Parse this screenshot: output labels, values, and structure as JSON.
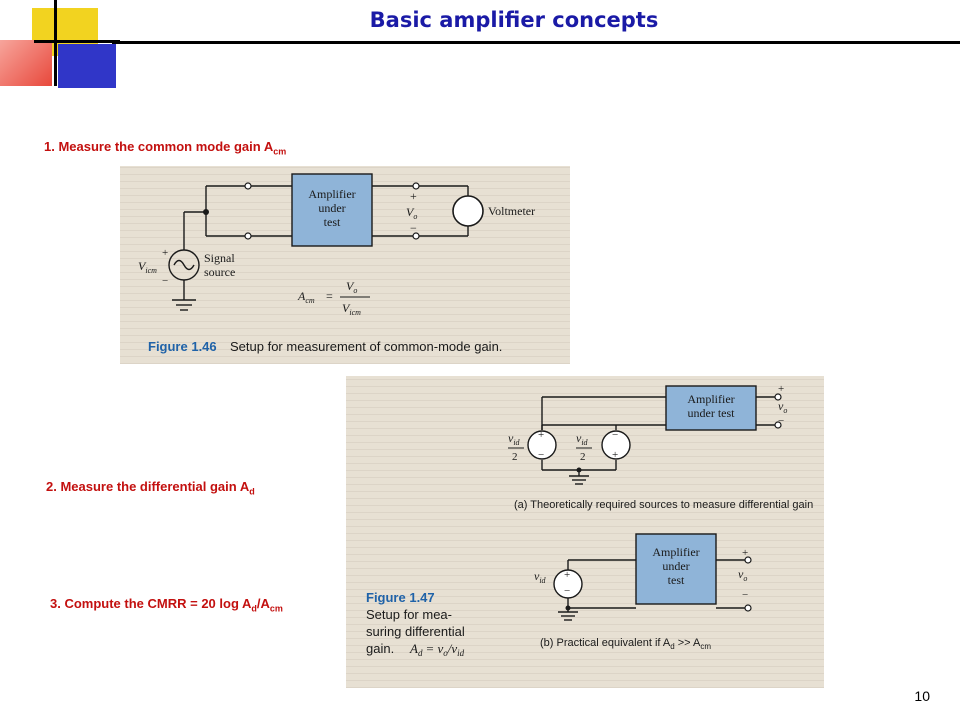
{
  "slide": {
    "title": "Basic amplifier concepts",
    "page_number": "10",
    "accent_colors": [
      "#f2d320",
      "#e8483b",
      "#3036c8"
    ],
    "title_color": "#1a1aa6",
    "step_color": "#c3100f"
  },
  "steps": [
    {
      "text": "1. Measure the common mode gain A",
      "sub": "cm"
    },
    {
      "text": "2. Measure the differential gain A",
      "sub": "d"
    },
    {
      "text": "3. Compute the CMRR = 20 log A",
      "sub": "d",
      "mid": "/A",
      "sub2": "cm"
    }
  ],
  "fig146": {
    "figure_label": "Figure 1.46",
    "caption": "Setup for measurement of common-mode gain.",
    "amplifier": [
      "Amplifier",
      "under",
      "test"
    ],
    "voltmeter": "Voltmeter",
    "signal_source": [
      "Signal",
      "source"
    ],
    "vicm": "V",
    "vicm_sub": "icm",
    "vo": "V",
    "vo_sub": "o",
    "plus": "+",
    "minus": "−",
    "gain_formula": "A",
    "gain_formula_sub": "cm",
    "equals": "=",
    "numerator": "V",
    "numerator_sub": "o",
    "denominator": "V",
    "denominator_sub": "icm"
  },
  "fig147": {
    "figure_label": "Figure 1.47",
    "caption": [
      "Setup for mea-",
      "suring differential",
      "gain."
    ],
    "formula": "A",
    "formula_sub": "d",
    "formula_rest": "= v",
    "formula_o": "o",
    "formula_div": "/v",
    "formula_id": "id",
    "amplifier_a": [
      "Amplifier",
      "under test"
    ],
    "amplifier_b": [
      "Amplifier",
      "under",
      "test"
    ],
    "vid": "v",
    "vid_sub": "id",
    "two": "2",
    "vo": "v",
    "vo_sub": "o",
    "plus": "+",
    "minus": "−",
    "caption_a": "(a) Theoretically required sources to measure differential gain",
    "caption_b": "(b) Practical equivalent if A",
    "caption_b_sub": "d",
    "caption_b_rest": ">> A",
    "caption_b_sub2": "cm"
  }
}
